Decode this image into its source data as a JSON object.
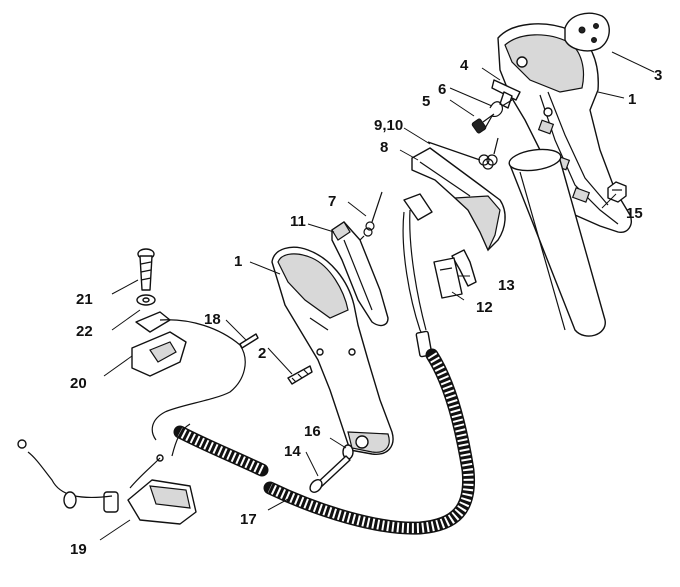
{
  "callouts": {
    "c1a": "1",
    "c1b": "1",
    "c2": "2",
    "c3": "3",
    "c4": "4",
    "c5": "5",
    "c6": "6",
    "c7": "7",
    "c8": "8",
    "c910": "9,10",
    "c11": "11",
    "c12": "12",
    "c13": "13",
    "c14": "14",
    "c15": "15",
    "c16": "16",
    "c17": "17",
    "c18": "18",
    "c19": "19",
    "c20": "20",
    "c21": "21",
    "c22": "22"
  }
}
